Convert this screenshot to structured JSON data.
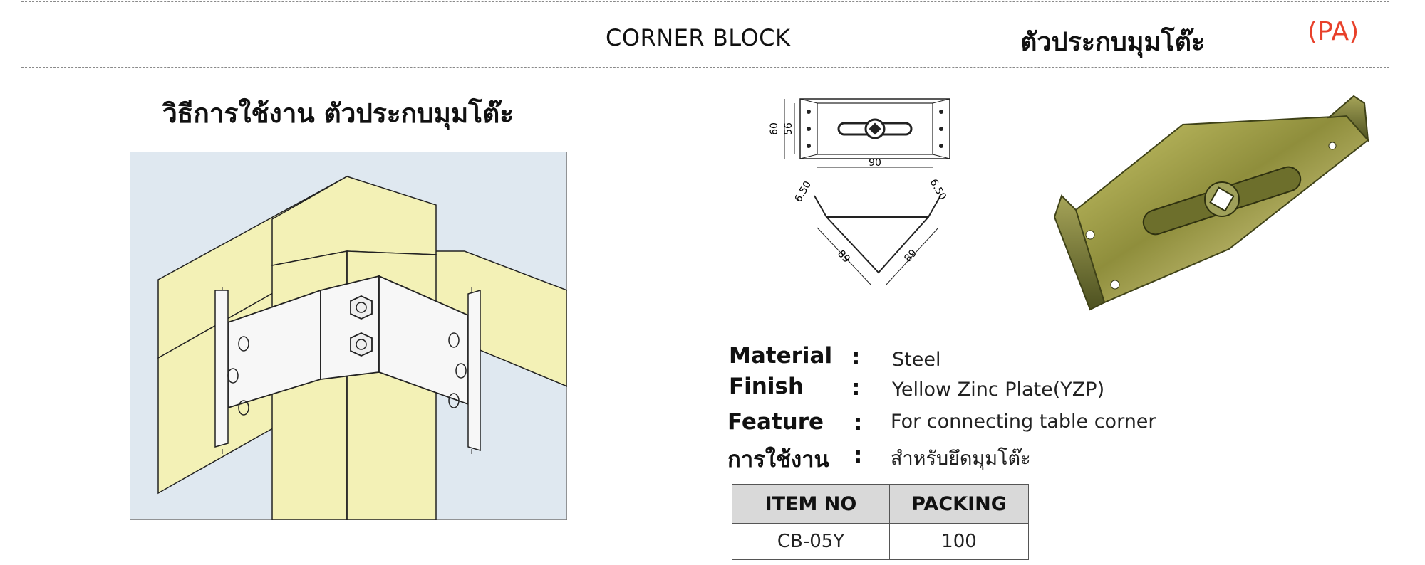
{
  "header": {
    "title_en": "CORNER BLOCK",
    "title_th": "ตัวประกบมุมโต๊ะ",
    "code": "(PA)"
  },
  "usage_heading": "วิธีการใช้งาน ตัวประกบมุมโต๊ะ",
  "drawing": {
    "dim_height_outer": "60",
    "dim_height_inner": "56",
    "dim_width": "90",
    "dim_flange_left": "6.50",
    "dim_flange_right": "6.50",
    "dim_leg_left": "89",
    "dim_leg_right": "89"
  },
  "specs": [
    {
      "label": "Material",
      "value": "Steel"
    },
    {
      "label": "Finish",
      "value": "Yellow Zinc Plate(YZP)"
    },
    {
      "label": "Feature",
      "value": "For connecting table corner"
    },
    {
      "label": "การใช้งาน",
      "value": "สำหรับยึดมุมโต๊ะ"
    }
  ],
  "spec_separator": ":",
  "table": {
    "headers": [
      "ITEM NO",
      "PACKING"
    ],
    "rows": [
      [
        "CB-05Y",
        "100"
      ]
    ]
  },
  "colors": {
    "accent": "#e8402a",
    "illustration_bg": "#dfe8f0",
    "wood": "#f3f1b6",
    "metal": "#9b9a48",
    "table_header": "#d9d9d9"
  }
}
